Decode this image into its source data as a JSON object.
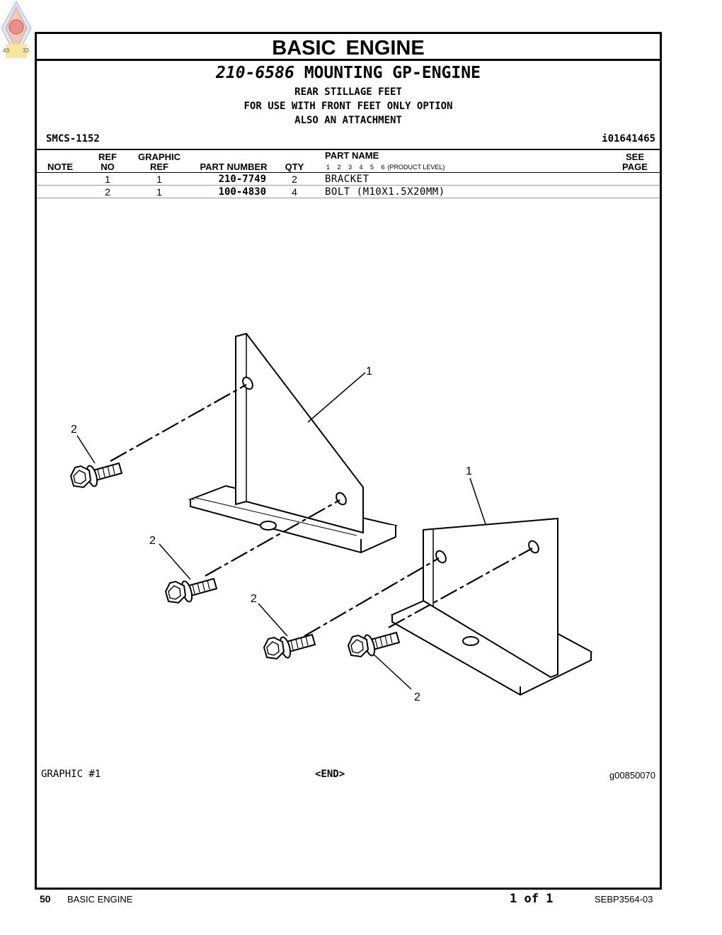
{
  "section_title": "BASIC  ENGINE",
  "group": {
    "part_number": "210-6586",
    "name": "MOUNTING GP-ENGINE",
    "lines": [
      "REAR STILLAGE FEET",
      "FOR USE WITH FRONT FEET ONLY OPTION",
      "ALSO AN ATTACHMENT"
    ]
  },
  "smcs": "SMCS-1152",
  "illustration_id": "i01641465",
  "table": {
    "headers": {
      "note": "NOTE",
      "ref_no_1": "REF",
      "ref_no_2": "NO",
      "graphic_ref_1": "GRAPHIC",
      "graphic_ref_2": "REF",
      "part_number": "PART NUMBER",
      "qty": "QTY",
      "part_name": "PART NAME",
      "levels": "1 2 3 4 5 6",
      "product_level": "(PRODUCT LEVEL)",
      "see_page_1": "SEE",
      "see_page_2": "PAGE"
    },
    "rows": [
      {
        "note": "",
        "ref_no": "1",
        "graphic_ref": "1",
        "part_number": "210-7749",
        "qty": "2",
        "part_name": "BRACKET"
      },
      {
        "note": "",
        "ref_no": "2",
        "graphic_ref": "1",
        "part_number": "100-4830",
        "qty": "4",
        "part_name": "BOLT (M10X1.5X20MM)"
      }
    ]
  },
  "callouts": {
    "bracket": "1",
    "bolt": "2"
  },
  "graphic_label": "GRAPHIC #1",
  "end_label": "<END>",
  "graphic_number": "g00850070",
  "footer": {
    "page_number": "50",
    "section": "BASIC ENGINE",
    "page_of": "1 of 1",
    "doc_id": "SEBP3564-03"
  },
  "logo_numbers": [
    "43",
    "33"
  ]
}
